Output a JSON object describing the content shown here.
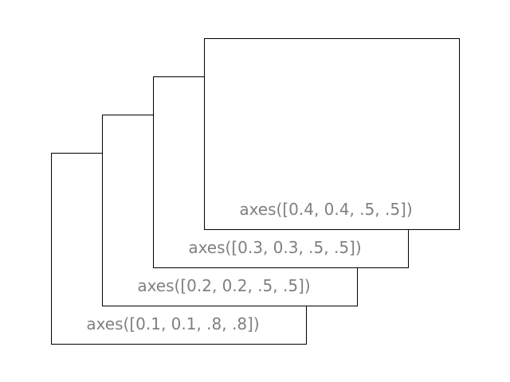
{
  "figure": {
    "background_color": "#ffffff",
    "frame_color": "#000000",
    "label_color": "#808080",
    "axes": [
      {
        "label": "axes([0.1, 0.1, .8, .8])"
      },
      {
        "label": "axes([0.2, 0.2, .5, .5])"
      },
      {
        "label": "axes([0.3, 0.3, .5, .5])"
      },
      {
        "label": "axes([0.4, 0.4, .5, .5])"
      }
    ]
  }
}
